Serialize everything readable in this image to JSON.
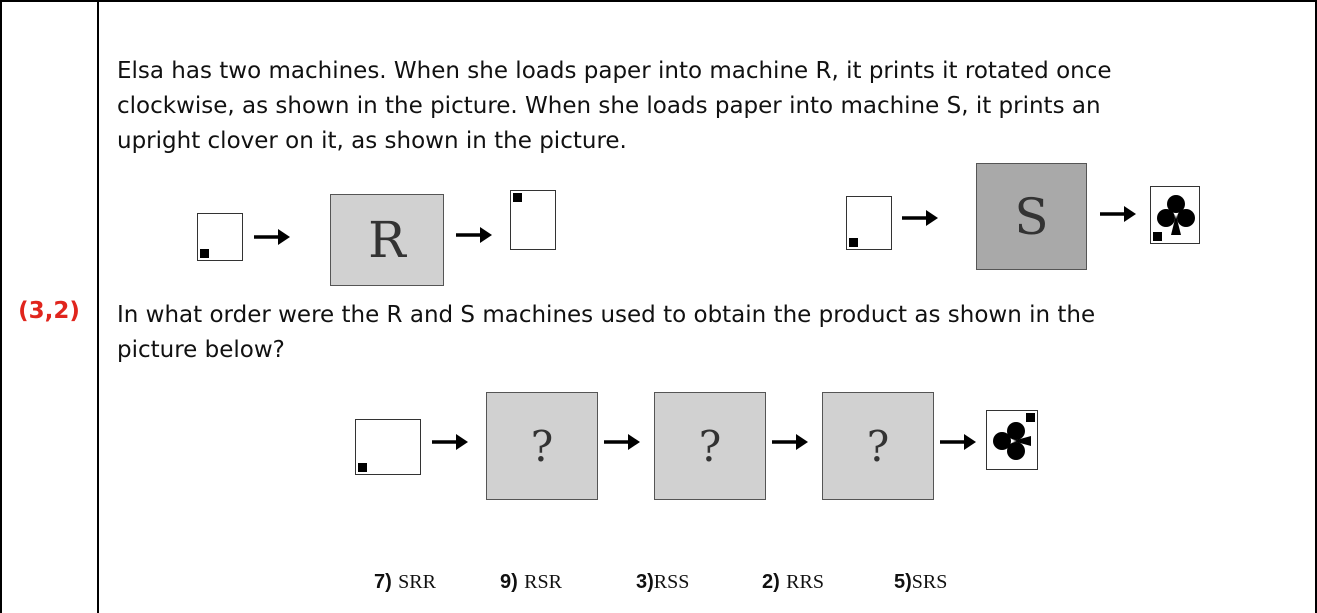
{
  "question_index": "(3,2)",
  "intro_lines": [
    "Elsa has two machines. When she loads paper into machine R, it prints it rotated once",
    "clockwise, as shown in the picture. When she loads paper into machine S, it prints an",
    "upright clover on it, as shown in the picture."
  ],
  "question_lines": [
    "In what order were the R and S machines used to obtain the product as shown in the",
    "picture below?"
  ],
  "machine_r_label": "R",
  "machine_s_label": "S",
  "unknown_label": "?",
  "options": [
    {
      "number": "7)",
      "text": "SRR"
    },
    {
      "number": "9)",
      "text": "RSR"
    },
    {
      "number": "3)",
      "text": "RSS"
    },
    {
      "number": "2)",
      "text": "RRS"
    },
    {
      "number": "5)",
      "text": "SRS"
    }
  ]
}
